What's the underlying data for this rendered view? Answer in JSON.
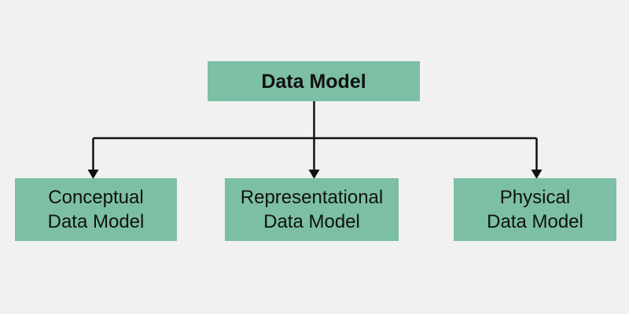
{
  "diagram": {
    "root": {
      "label": "Data Model"
    },
    "children": [
      {
        "label": "Conceptual\nData Model"
      },
      {
        "label": "Representational\nData Model"
      },
      {
        "label": "Physical\nData Model"
      }
    ],
    "colors": {
      "box_fill": "#7cbfa4",
      "background": "#f1f1f2",
      "connector": "#111111",
      "text": "#111111"
    }
  }
}
